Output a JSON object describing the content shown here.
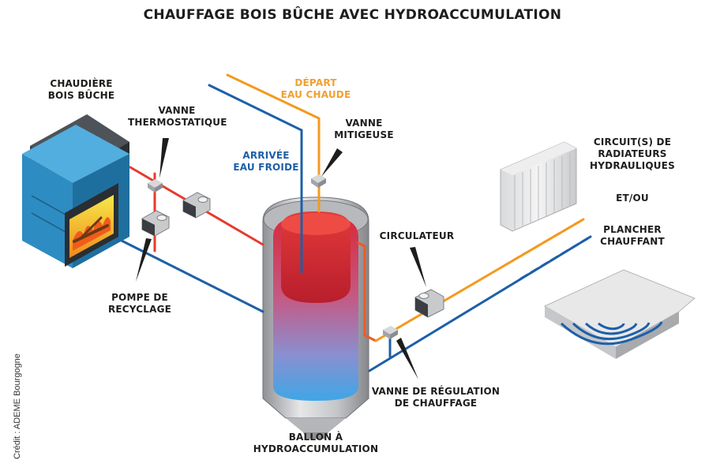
{
  "title": "CHAUFFAGE BOIS BÛCHE AVEC HYDROACCUMULATION",
  "credit": "Crédit : ADEME Bourgogne",
  "colors": {
    "hot": "#e63b2e",
    "cold": "#1d5fa8",
    "warm": "#f39a1e",
    "hot_label": "#f0a030",
    "cold_label": "#1d5fa8",
    "boiler": "#2d8cc2",
    "text": "#1d1d1b"
  },
  "labels": {
    "chaudiere": [
      "CHAUDIÈRE",
      "BOIS BÛCHE"
    ],
    "vanne_thermo": [
      "VANNE",
      "THERMOSTATIQUE"
    ],
    "depart": [
      "DÉPART",
      "EAU CHAUDE"
    ],
    "arrivee": [
      "ARRIVÉE",
      "EAU FROIDE"
    ],
    "vanne_mitigeuse": [
      "VANNE",
      "MITIGEUSE"
    ],
    "circuits_radiateurs": [
      "CIRCUIT(S) DE",
      "RADIATEURS",
      "HYDRAULIQUES"
    ],
    "et_ou": "ET/OU",
    "plancher": [
      "PLANCHER",
      "CHAUFFANT"
    ],
    "circulateur": "CIRCULATEUR",
    "pompe": [
      "POMPE DE",
      "RECYCLAGE"
    ],
    "vanne_regulation": [
      "VANNE DE RÉGULATION",
      "DE CHAUFFAGE"
    ],
    "ballon": [
      "BALLON À",
      "HYDROACCUMULATION"
    ]
  }
}
